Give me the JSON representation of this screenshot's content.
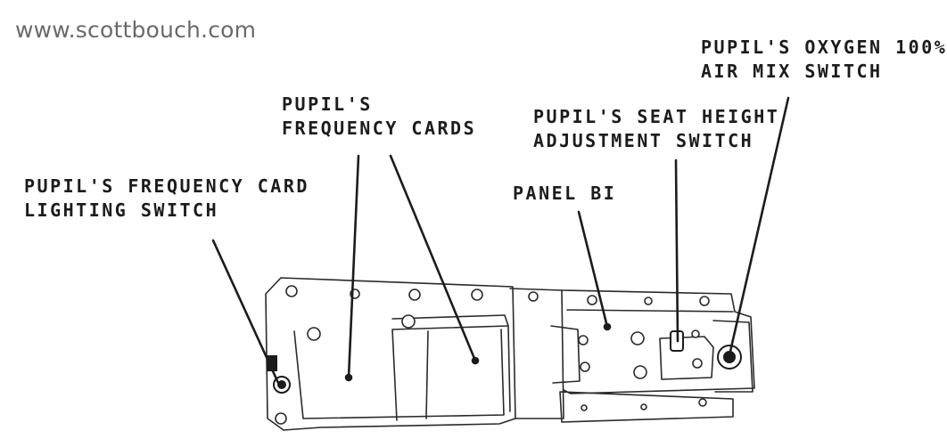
{
  "watermark": "www.scottbouch.com",
  "labels": {
    "frequency_card_lighting_switch": [
      "PUPIL'S FREQUENCY CARD",
      "LIGHTING SWITCH"
    ],
    "frequency_cards": [
      "PUPIL'S",
      "FREQUENCY CARDS"
    ],
    "panel_b1": [
      "PANEL BI"
    ],
    "seat_height_switch": [
      "PUPIL'S SEAT HEIGHT",
      "ADJUSTMENT SWITCH"
    ],
    "oxygen_switch": [
      "PUPIL'S OXYGEN 100%",
      "AIR MIX SWITCH"
    ]
  },
  "colors": {
    "ink": "#1c1c1c",
    "watermark": "#6a6a6a",
    "background": "#ffffff"
  }
}
